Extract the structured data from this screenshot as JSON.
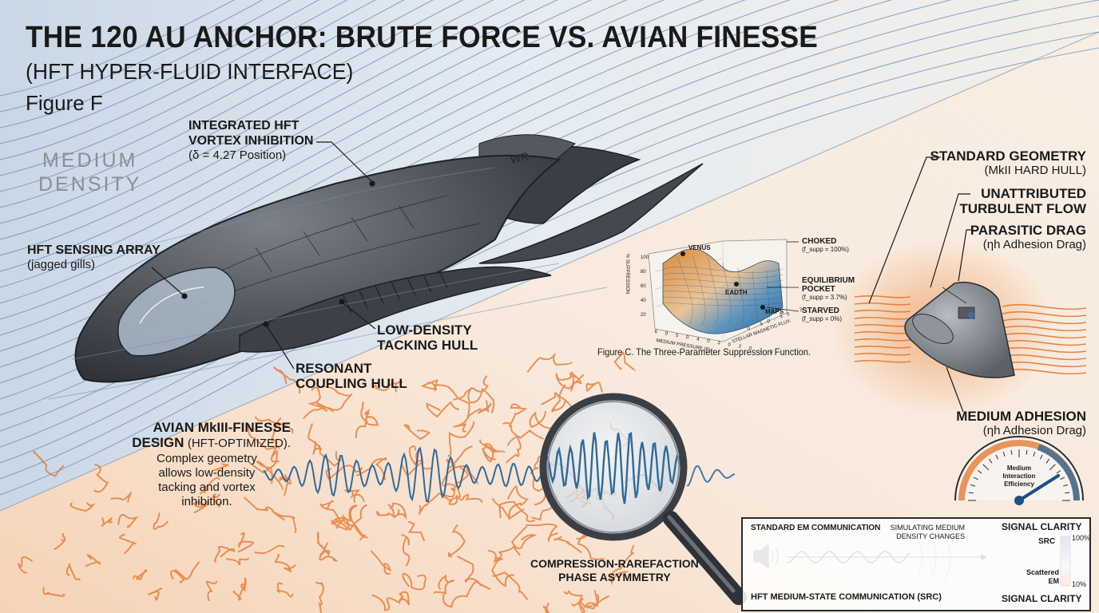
{
  "header": {
    "title": "THE 120 AU ANCHOR: BRUTE FORCE VS. AVIAN FINESSE",
    "subtitle": "(HFT HYPER-FLUID INTERFACE)",
    "figure": "Figure F"
  },
  "density_label": {
    "line1": "MEDIUM",
    "line2": "DENSITY"
  },
  "left_labels": {
    "vortex_title1": "INTEGRATED HFT",
    "vortex_title2": "VORTEX INHIBITION",
    "vortex_sub": "(δ = 4.27 Position)",
    "sensing_title": "HFT SENSING ARRAY",
    "sensing_sub": "(jagged gills)",
    "tacking1": "LOW-DENSITY",
    "tacking2": "TACKING HULL",
    "resonant1": "RESONANT",
    "resonant2": "COUPLING HULL",
    "avian_title1": "AVIAN MkIII-FINESSE",
    "avian_title2": "DESIGN",
    "avian_title2b": "(HFT-OPTIMIZED).",
    "avian_desc1": "Complex geometry",
    "avian_desc2": "allows low-density",
    "avian_desc3": "tacking and vortex",
    "avian_desc4": "inhibition.",
    "hull_mark": "WR"
  },
  "compression": {
    "line1": "COMPRESSION-RAREFACTION",
    "line2": "PHASE ASYMMETRY"
  },
  "right_labels": {
    "standard_title": "STANDARD GEOMETRY",
    "standard_sub": "(MkII HARD HULL)",
    "unattrib1": "UNATTRIBUTED",
    "unattrib2": "TURBULENT FLOW",
    "parasitic_title": "PARASITIC DRAG",
    "parasitic_sub": "(ηh Adhesion Drag)",
    "adhesion_title": "MEDIUM ADHESION",
    "adhesion_sub": "(ηh Adhesion Drag)"
  },
  "gauge": {
    "line1": "Medium",
    "line2": "Interaction",
    "line3": "Efficiency",
    "level_fraction": 0.82
  },
  "surface_plot": {
    "caption": "Figure C. The Three-Parameter Suppression Function.",
    "venus": "VENUS",
    "earth": "EADTH",
    "mars": "MAPS",
    "choked_title": "CHOKED",
    "choked_sub": "(f_supp = 100%)",
    "equil1": "EQUILIBRIUM",
    "equil2": "POCKET",
    "equil_sub": "(f_supp = 3.7%)",
    "starved_title": "STARVED",
    "starved_sub": "(f_supp = 0%)",
    "z_ticks": [
      "100",
      "80",
      "60",
      "40",
      "20"
    ],
    "x_ticks": [
      "60",
      "50",
      "40",
      "30",
      "20",
      "10"
    ],
    "y_ticks": [
      "0.5",
      "0.3",
      "0.2"
    ],
    "z_axis_label": "% SUPPRESSION",
    "x_axis_label": "MEDIUM PRESSURE (P)",
    "y_axis_label": "STELLAR MAGNETIC FLUX"
  },
  "comm_panel": {
    "standard": "STANDARD EM COMMUNICATION",
    "simulating1": "SIMULATING MEDIUM",
    "simulating2": "DENSITY CHANGES",
    "hft": "HFT MEDIUM-STATE COMMUNICATION (SRC)",
    "signal_top": "SIGNAL CLARITY",
    "src": "SRC",
    "pct_top": "100%",
    "scattered1": "Scattered",
    "scattered2": "EM",
    "pct_bottom": "10%",
    "signal_bottom": "SIGNAL CLARITY"
  },
  "colors": {
    "blue_flow": "#6f8fb4",
    "orange_flow": "#e4742a",
    "hull": "#4a4e55",
    "ink": "#1a1a1a"
  }
}
